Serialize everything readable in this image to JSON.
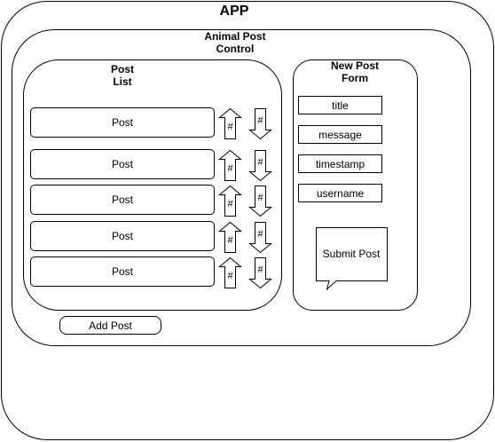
{
  "app": {
    "title": "APP"
  },
  "control": {
    "title_line1": "Animal Post",
    "title_line2": "Control"
  },
  "post_list": {
    "title_line1": "Post",
    "title_line2": "List",
    "items": [
      {
        "label": "Post",
        "up": "#",
        "down": "#"
      },
      {
        "label": "Post",
        "up": "#",
        "down": "#"
      },
      {
        "label": "Post",
        "up": "#",
        "down": "#"
      },
      {
        "label": "Post",
        "up": "#",
        "down": "#"
      },
      {
        "label": "Post",
        "up": "#",
        "down": "#"
      }
    ]
  },
  "add_post": {
    "label": "Add Post"
  },
  "form": {
    "title_line1": "New Post",
    "title_line2": "Form",
    "fields": [
      "title",
      "message",
      "timestamp",
      "username"
    ],
    "submit": "Submit Post"
  }
}
